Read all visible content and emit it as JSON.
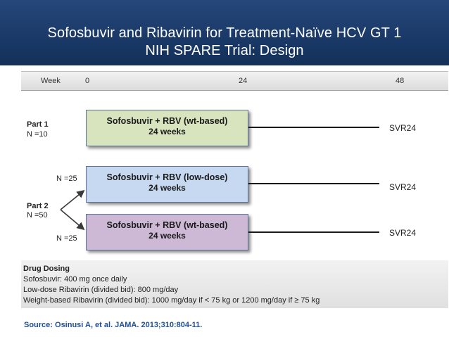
{
  "header": {
    "title_line1": "Sofosbuvir and Ribavirin for Treatment-Naïve HCV GT 1",
    "title_line2": "NIH SPARE Trial: Design"
  },
  "timeline": {
    "label": "Week",
    "ticks": [
      "0",
      "24",
      "48"
    ]
  },
  "part1": {
    "label": "Part 1",
    "n": "N =10",
    "arm": {
      "name": "Sofosbuvir + RBV (wt-based)",
      "duration": "24 weeks",
      "color": "#d7e4bd"
    },
    "outcome": "SVR24"
  },
  "part2": {
    "label": "Part 2",
    "n": "N =50",
    "arms": [
      {
        "n": "N =25",
        "name": "Sofosbuvir + RBV (low-dose)",
        "duration": "24 weeks",
        "color": "#c6d9f1",
        "outcome": "SVR24"
      },
      {
        "n": "N =25",
        "name": "Sofosbuvir + RBV (wt-based)",
        "duration": "24 weeks",
        "color": "#cdb9d6",
        "outcome": "SVR24"
      }
    ]
  },
  "dosing": {
    "title": "Drug Dosing",
    "lines": [
      "Sofosbuvir: 400 mg once daily",
      "Low-dose Ribavirin (divided bid): 800 mg/day",
      "Weight-based Ribavirin (divided bid): 1000 mg/day if < 75 kg or 1200 mg/day if ≥ 75 kg"
    ]
  },
  "source": "Source: Osinusi A, et al.  JAMA.  2013;310:804-11.",
  "colors": {
    "header": "#1b3a69",
    "source_text": "#1f4e9a"
  }
}
